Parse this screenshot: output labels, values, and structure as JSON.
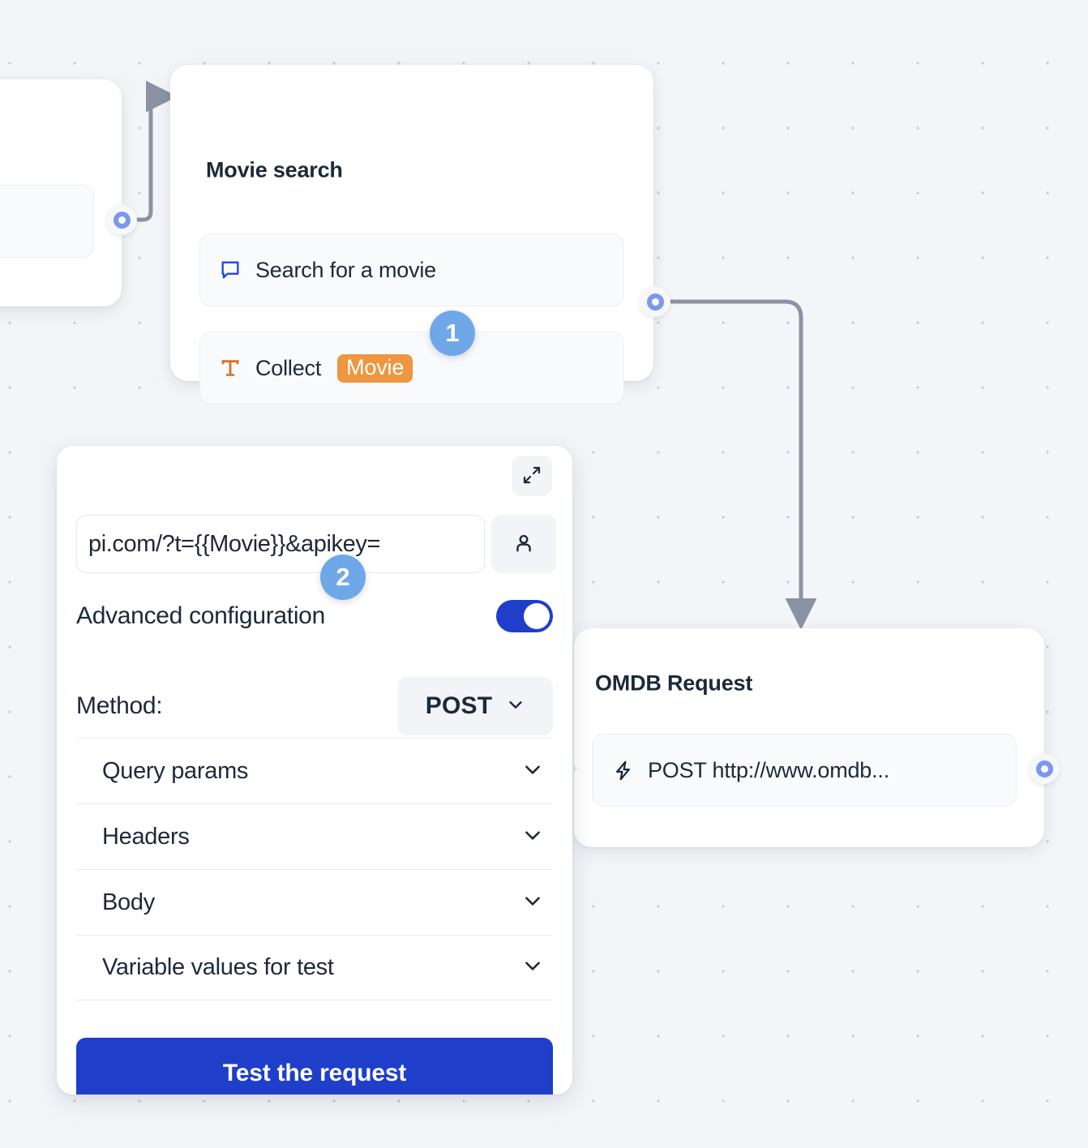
{
  "canvas": {
    "background_color": "#f3f5f8",
    "dot_color": "#c3cbdb",
    "connector_color": "#8b93a3"
  },
  "nodes": [
    {
      "id": "movie-search",
      "title": "Movie search",
      "rows": [
        {
          "icon": "chat-bubble-icon",
          "label": "Search for a movie",
          "icon_color": "#2046e3"
        },
        {
          "icon": "text-t-icon",
          "label": "Collect",
          "chip": "Movie",
          "icon_color": "#d9722a",
          "chip_color": "#ee9640"
        }
      ]
    },
    {
      "id": "omdb-request",
      "title": "OMDB Request",
      "rows": [
        {
          "icon": "lightning-bolt-icon",
          "label": "POST http://www.omdb...",
          "icon_color": "#1d2939"
        }
      ]
    }
  ],
  "panel": {
    "expand_icon": "expand-arrows-icon",
    "url": {
      "value": "pi.com/?t={{Movie}}&apikey=",
      "placeholder": "Enter request URL",
      "side_button_icon": "person-icon"
    },
    "advanced": {
      "label": "Advanced configuration",
      "toggle_on": true,
      "toggle_color": "#1f3ec9"
    },
    "method": {
      "label": "Method:",
      "value": "POST",
      "chevron_icon": "chevron-down-icon"
    },
    "sections": [
      {
        "label": "Query params",
        "chevron_icon": "chevron-down-icon"
      },
      {
        "label": "Headers",
        "chevron_icon": "chevron-down-icon"
      },
      {
        "label": "Body",
        "chevron_icon": "chevron-down-icon"
      },
      {
        "label": "Variable values for test",
        "chevron_icon": "chevron-down-icon"
      }
    ],
    "test_button": {
      "label": "Test the request",
      "color": "#1f3ec9"
    }
  },
  "badges": [
    {
      "number": "1",
      "color": "#6fa8e8"
    },
    {
      "number": "2",
      "color": "#6fa8e8"
    }
  ],
  "ports": [
    {
      "id": "left-node-output",
      "color": "#7b97ef"
    },
    {
      "id": "movie-search-output",
      "color": "#7b97ef"
    },
    {
      "id": "omdb-request-output",
      "color": "#7b97ef"
    }
  ]
}
